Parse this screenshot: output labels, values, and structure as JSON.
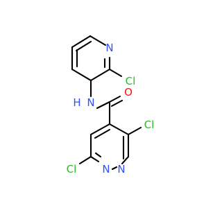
{
  "molecule": {
    "atoms": {
      "n_pyridine": {
        "text": "N",
        "color": "#3050f8"
      },
      "cl_pyridine": {
        "text": "Cl",
        "color": "#1fc01f"
      },
      "n_amide": {
        "text": "N",
        "color": "#3050f8"
      },
      "h_amide": {
        "text": "H",
        "color": "#3050f8"
      },
      "o_carbonyl": {
        "text": "O",
        "color": "#ff0d0d"
      },
      "cl_3": {
        "text": "Cl",
        "color": "#1fc01f"
      },
      "cl_6": {
        "text": "Cl",
        "color": "#1fc01f"
      },
      "n_1": {
        "text": "N",
        "color": "#3050f8"
      },
      "n_2": {
        "text": "N",
        "color": "#3050f8"
      }
    },
    "bond_color": "#000000"
  }
}
